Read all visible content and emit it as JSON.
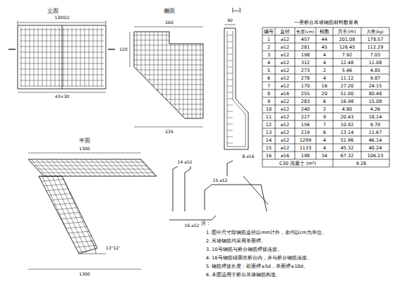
{
  "diagram": {
    "labels": [
      "立面",
      "侧面",
      "I—I",
      "平面",
      "1300/2",
      "43×30",
      "260",
      "235",
      "120",
      "90",
      "1300",
      "13°12'",
      "1300",
      "14 ⌀12",
      "15 ⌀12",
      "8 ⌀16",
      "16 ⌀12",
      "一座桥台耳墙钢筋材料数量表",
      "编号",
      "直径",
      "长度(cm)",
      "根数",
      "共长(m)",
      "共重(kg)",
      "1",
      "⌀12",
      "457",
      "44",
      "201.08",
      "178.57",
      "2",
      "⌀12",
      "281",
      "45",
      "126.45",
      "112.29",
      "3",
      "⌀12",
      "198",
      "4",
      "7.92",
      "7.03",
      "4",
      "⌀12",
      "312",
      "4",
      "12.48",
      "11.08",
      "5",
      "⌀12",
      "273",
      "2",
      "5.46",
      "4.85",
      "6",
      "⌀12",
      "278",
      "4",
      "11.12",
      "9.87",
      "7",
      "⌀12",
      "170",
      "16",
      "27.20",
      "24.15",
      "8",
      "⌀16",
      "255",
      "20",
      "51.00",
      "80.48",
      "9",
      "⌀12",
      "283",
      "6",
      "16.98",
      "15.08",
      "10",
      "⌀12",
      "240",
      "2",
      "4.80",
      "4.26",
      "11",
      "⌀12",
      "227",
      "9",
      "20.43",
      "18.14",
      "12",
      "⌀12",
      "156",
      "7",
      "10.92",
      "9.70",
      "13",
      "⌀12",
      "219",
      "6",
      "13.14",
      "11.67",
      "14",
      "⌀12",
      "1299",
      "4",
      "51.96",
      "46.14",
      "15",
      "⌀12",
      "1133",
      "4",
      "45.32",
      "40.24",
      "16",
      "⌀16",
      "198",
      "34",
      "67.32",
      "106.23",
      "C30 混凝土 (m³)",
      "9.28",
      "注：",
      "1. 图中尺寸除钢筋直径以mm计外，余均以cm为单位。",
      "2. 耳墙钢筋均采用单面焊。",
      "3. 10号钢筋与桥台钢筋焊接连接。",
      "4. 16号钢筋锚固在桥台内，并与桥台钢筋连接。",
      "5. 钢筋焊接长度：双面焊≥5d，单面焊≥10d。",
      "6. 本图适用于桥台耳墙钢筋构造。"
    ]
  }
}
